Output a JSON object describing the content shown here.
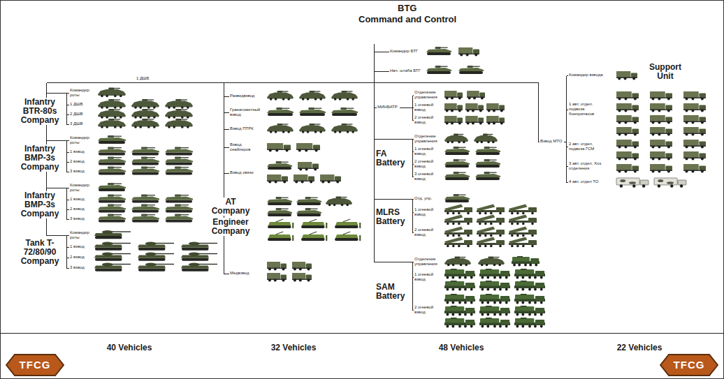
{
  "diagram": {
    "nodes": [
      {
        "text": [
          "40 Vehicles",
          "32 Vehicles",
          "48 Vehicles",
          "22 Vehicles"
        ]
      },
      {
        "text": [
          "TFCG"
        ],
        "in": 0
      },
      {
        "text": [
          "TFCG"
        ],
        "in": 0
      }
    ],
    "labels": [
      "BTG Command and Control",
      "Командир БТГ",
      "Нач. штаба БТГ",
      "1 ДШБ",
      "Infantry BTR-80s Company",
      "Командир роты",
      "1 ДШВ",
      "2 ДШВ",
      "3 ДШВ",
      "Infantry BMP-3s Company",
      "Командир роты",
      "1 взвод",
      "2 взвод",
      "3 взвод",
      "Infantry BMP-3s Company",
      "Командир роты",
      "1 взвод",
      "2 взвод",
      "3 взвод",
      "Tank T-72/80/90 Company",
      "Командир роты",
      "1 взвод",
      "2 взвод",
      "3 взвод",
      "Разведвзвод",
      "Гранатометный взвод",
      "Взвод ПТРК",
      "Взвод снайперов",
      "Взвод связи",
      "AT Company",
      "Engineer Company",
      "Медвзвод",
      "МИНБАТР",
      "Отделение управления",
      "1 огневой взвод",
      "2 огневой взвод",
      "FA Battery",
      "Отделение управления",
      "1 огневой взвод",
      "2 огневой взвод",
      "3 огневой взвод",
      "MLRS Battery",
      "Отд. упр.",
      "1 огневой взвод",
      "2 огневой взвод",
      "SAM Battery",
      "Отделение управления",
      "1 огневой взвод",
      "2 огневой взвод",
      "Взвод МТО",
      "Support Unit",
      "Командир взвода",
      "1 авт. отдел. подвоза боеприпасов",
      "2 авт. отдел. подвоза ГСМ",
      "3 авт. отдел. Хоз. отделения",
      "4 авт. отдел ТО"
    ]
  }
}
